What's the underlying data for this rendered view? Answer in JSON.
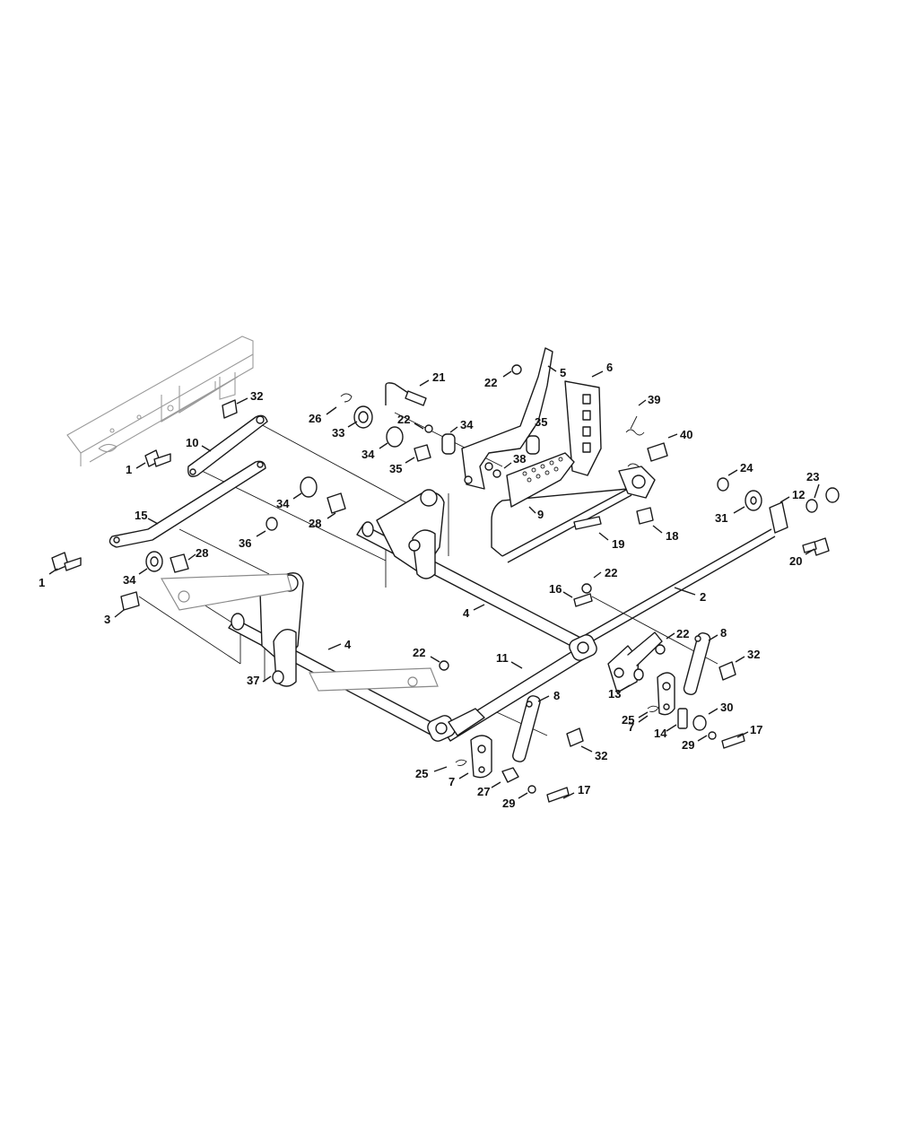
{
  "diagram": {
    "callouts": [
      {
        "id": "c-1a",
        "text": "1"
      },
      {
        "id": "c-1b",
        "text": "1"
      },
      {
        "id": "c-2",
        "text": "2"
      },
      {
        "id": "c-3",
        "text": "3"
      },
      {
        "id": "c-4a",
        "text": "4"
      },
      {
        "id": "c-4b",
        "text": "4"
      },
      {
        "id": "c-5",
        "text": "5"
      },
      {
        "id": "c-6",
        "text": "6"
      },
      {
        "id": "c-7a",
        "text": "7"
      },
      {
        "id": "c-7b",
        "text": "7"
      },
      {
        "id": "c-8a",
        "text": "8"
      },
      {
        "id": "c-8b",
        "text": "8"
      },
      {
        "id": "c-9",
        "text": "9"
      },
      {
        "id": "c-10",
        "text": "10"
      },
      {
        "id": "c-11",
        "text": "11"
      },
      {
        "id": "c-12",
        "text": "12"
      },
      {
        "id": "c-13",
        "text": "13"
      },
      {
        "id": "c-14",
        "text": "14"
      },
      {
        "id": "c-15",
        "text": "15"
      },
      {
        "id": "c-16",
        "text": "16"
      },
      {
        "id": "c-17a",
        "text": "17"
      },
      {
        "id": "c-17b",
        "text": "17"
      },
      {
        "id": "c-18",
        "text": "18"
      },
      {
        "id": "c-19",
        "text": "19"
      },
      {
        "id": "c-20",
        "text": "20"
      },
      {
        "id": "c-21",
        "text": "21"
      },
      {
        "id": "c-22a",
        "text": "22"
      },
      {
        "id": "c-22b",
        "text": "22"
      },
      {
        "id": "c-22c",
        "text": "22"
      },
      {
        "id": "c-22d",
        "text": "22"
      },
      {
        "id": "c-22e",
        "text": "22"
      },
      {
        "id": "c-23",
        "text": "23"
      },
      {
        "id": "c-24",
        "text": "24"
      },
      {
        "id": "c-25a",
        "text": "25"
      },
      {
        "id": "c-25b",
        "text": "25"
      },
      {
        "id": "c-26",
        "text": "26"
      },
      {
        "id": "c-27",
        "text": "27"
      },
      {
        "id": "c-28a",
        "text": "28"
      },
      {
        "id": "c-28b",
        "text": "28"
      },
      {
        "id": "c-29a",
        "text": "29"
      },
      {
        "id": "c-29b",
        "text": "29"
      },
      {
        "id": "c-30",
        "text": "30"
      },
      {
        "id": "c-31",
        "text": "31"
      },
      {
        "id": "c-32a",
        "text": "32"
      },
      {
        "id": "c-32b",
        "text": "32"
      },
      {
        "id": "c-32c",
        "text": "32"
      },
      {
        "id": "c-33",
        "text": "33"
      },
      {
        "id": "c-34a",
        "text": "34"
      },
      {
        "id": "c-34b",
        "text": "34"
      },
      {
        "id": "c-34c",
        "text": "34"
      },
      {
        "id": "c-34d",
        "text": "34"
      },
      {
        "id": "c-35a",
        "text": "35"
      },
      {
        "id": "c-35b",
        "text": "35"
      },
      {
        "id": "c-36",
        "text": "36"
      },
      {
        "id": "c-37",
        "text": "37"
      },
      {
        "id": "c-38",
        "text": "38"
      },
      {
        "id": "c-39",
        "text": "39"
      },
      {
        "id": "c-40",
        "text": "40"
      }
    ]
  }
}
